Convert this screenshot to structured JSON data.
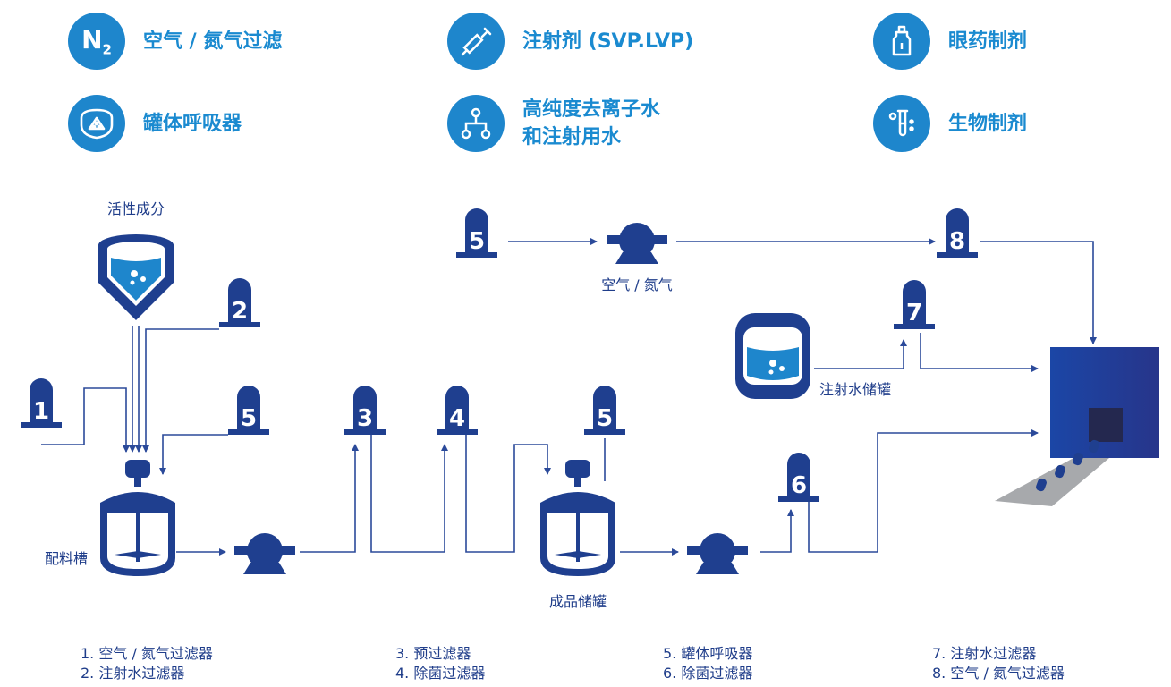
{
  "categories": [
    {
      "label": "空气 / 氮气过滤",
      "icon": "n2",
      "symbol": "N",
      "sub": "2"
    },
    {
      "label": "注射剂 (SVP.LVP)",
      "icon": "syringe-icon"
    },
    {
      "label": "眼药制剂",
      "icon": "eye-drop-bottle-icon"
    },
    {
      "label": "罐体呼吸器",
      "icon": "tank-vent-icon"
    },
    {
      "label": "高纯度去离子水",
      "label2": "和注射用水",
      "icon": "water-network-icon"
    },
    {
      "label": "生物制剂",
      "icon": "test-tube-icon"
    }
  ],
  "diagram": {
    "active_ingredient": "活性成分",
    "mixing_tank": "配料槽",
    "product_tank": "成品储罐",
    "air_nitrogen": "空气 / 氮气",
    "wfi_tank": "注射水储罐",
    "filters": {
      "f1": "1",
      "f2": "2",
      "f5a": "5",
      "f3": "3",
      "f4": "4",
      "f5b": "5",
      "f6": "6",
      "f5c": "5",
      "f8": "8",
      "f7": "7"
    }
  },
  "legend": [
    [
      "1. 空气 / 氮气过滤器",
      "2. 注射水过滤器"
    ],
    [
      "3. 预过滤器",
      "4. 除菌过滤器"
    ],
    [
      "5. 罐体呼吸器",
      "6. 除菌过滤器"
    ],
    [
      "7. 注射水过滤器",
      "8. 空气 / 氮气过滤器"
    ]
  ],
  "colors": {
    "accent": "#1e86cc",
    "navy": "#1f3d8a",
    "line": "#2b4a9a",
    "gray": "#a7a9ac"
  }
}
